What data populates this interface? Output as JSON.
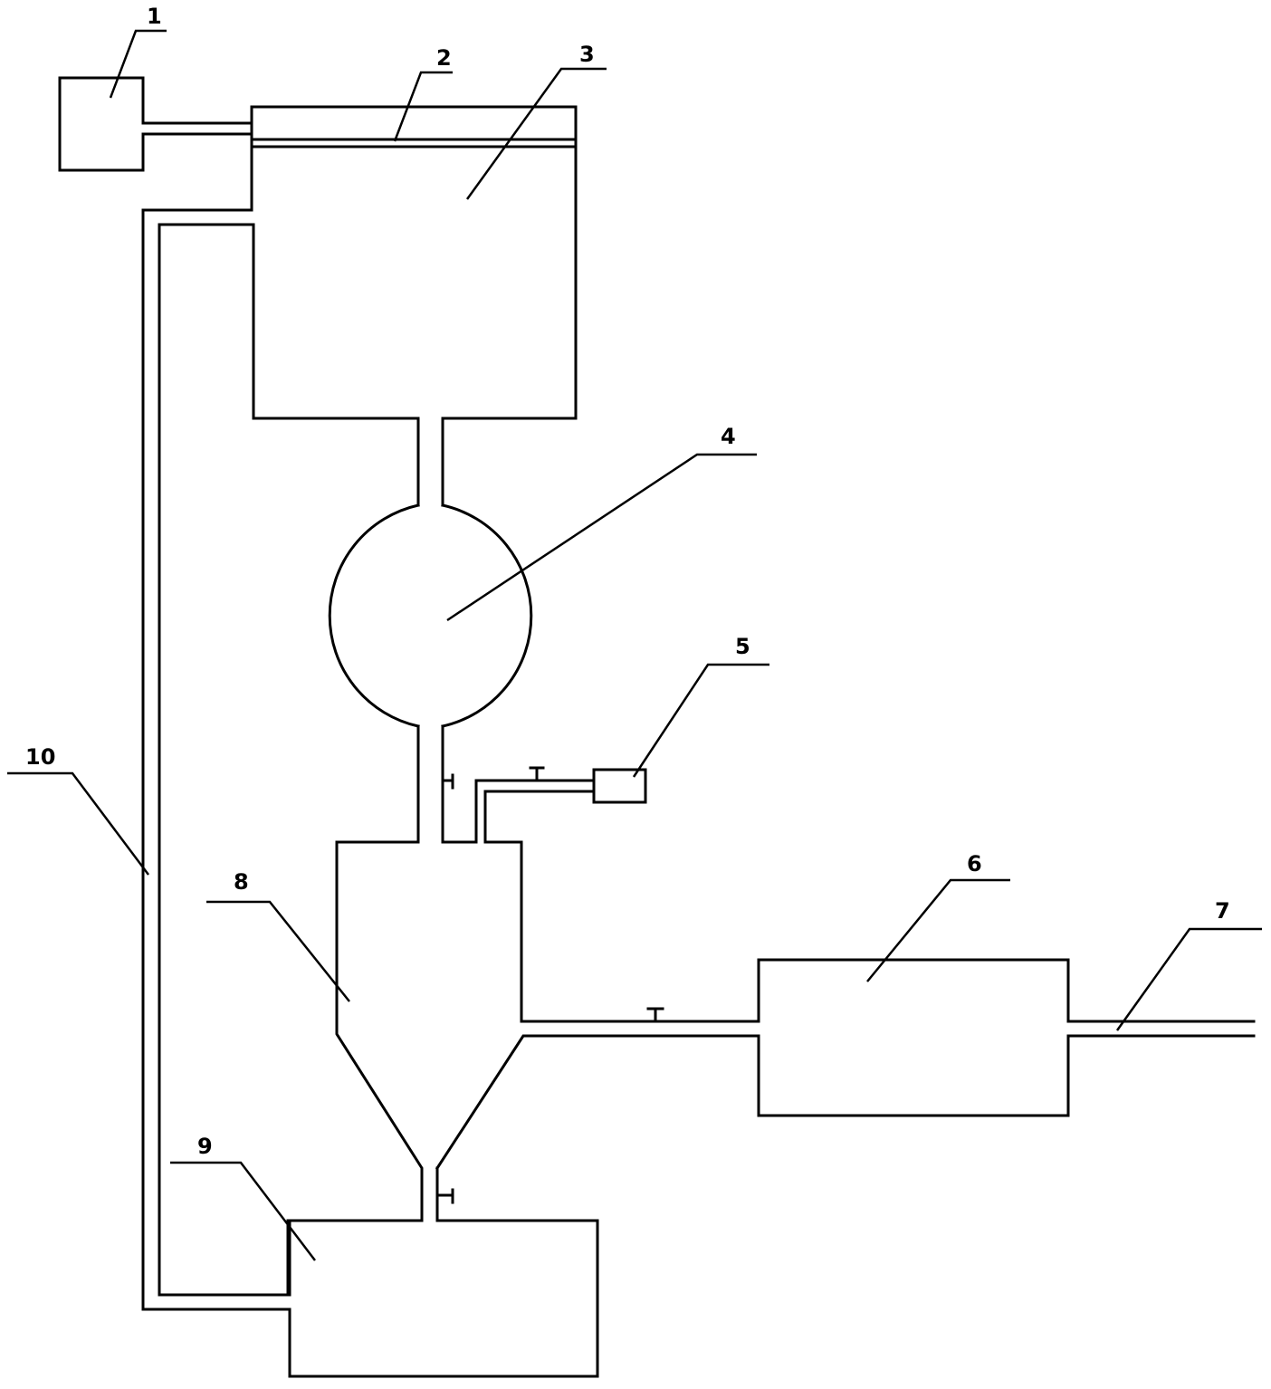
{
  "labels": {
    "l1": "1",
    "l2": "2",
    "l3": "3",
    "l4": "4",
    "l5": "5",
    "l6": "6",
    "l7": "7",
    "l8": "8",
    "l9": "9",
    "l10": "10"
  },
  "colors": {
    "stroke": "#000000",
    "background": "#ffffff"
  }
}
